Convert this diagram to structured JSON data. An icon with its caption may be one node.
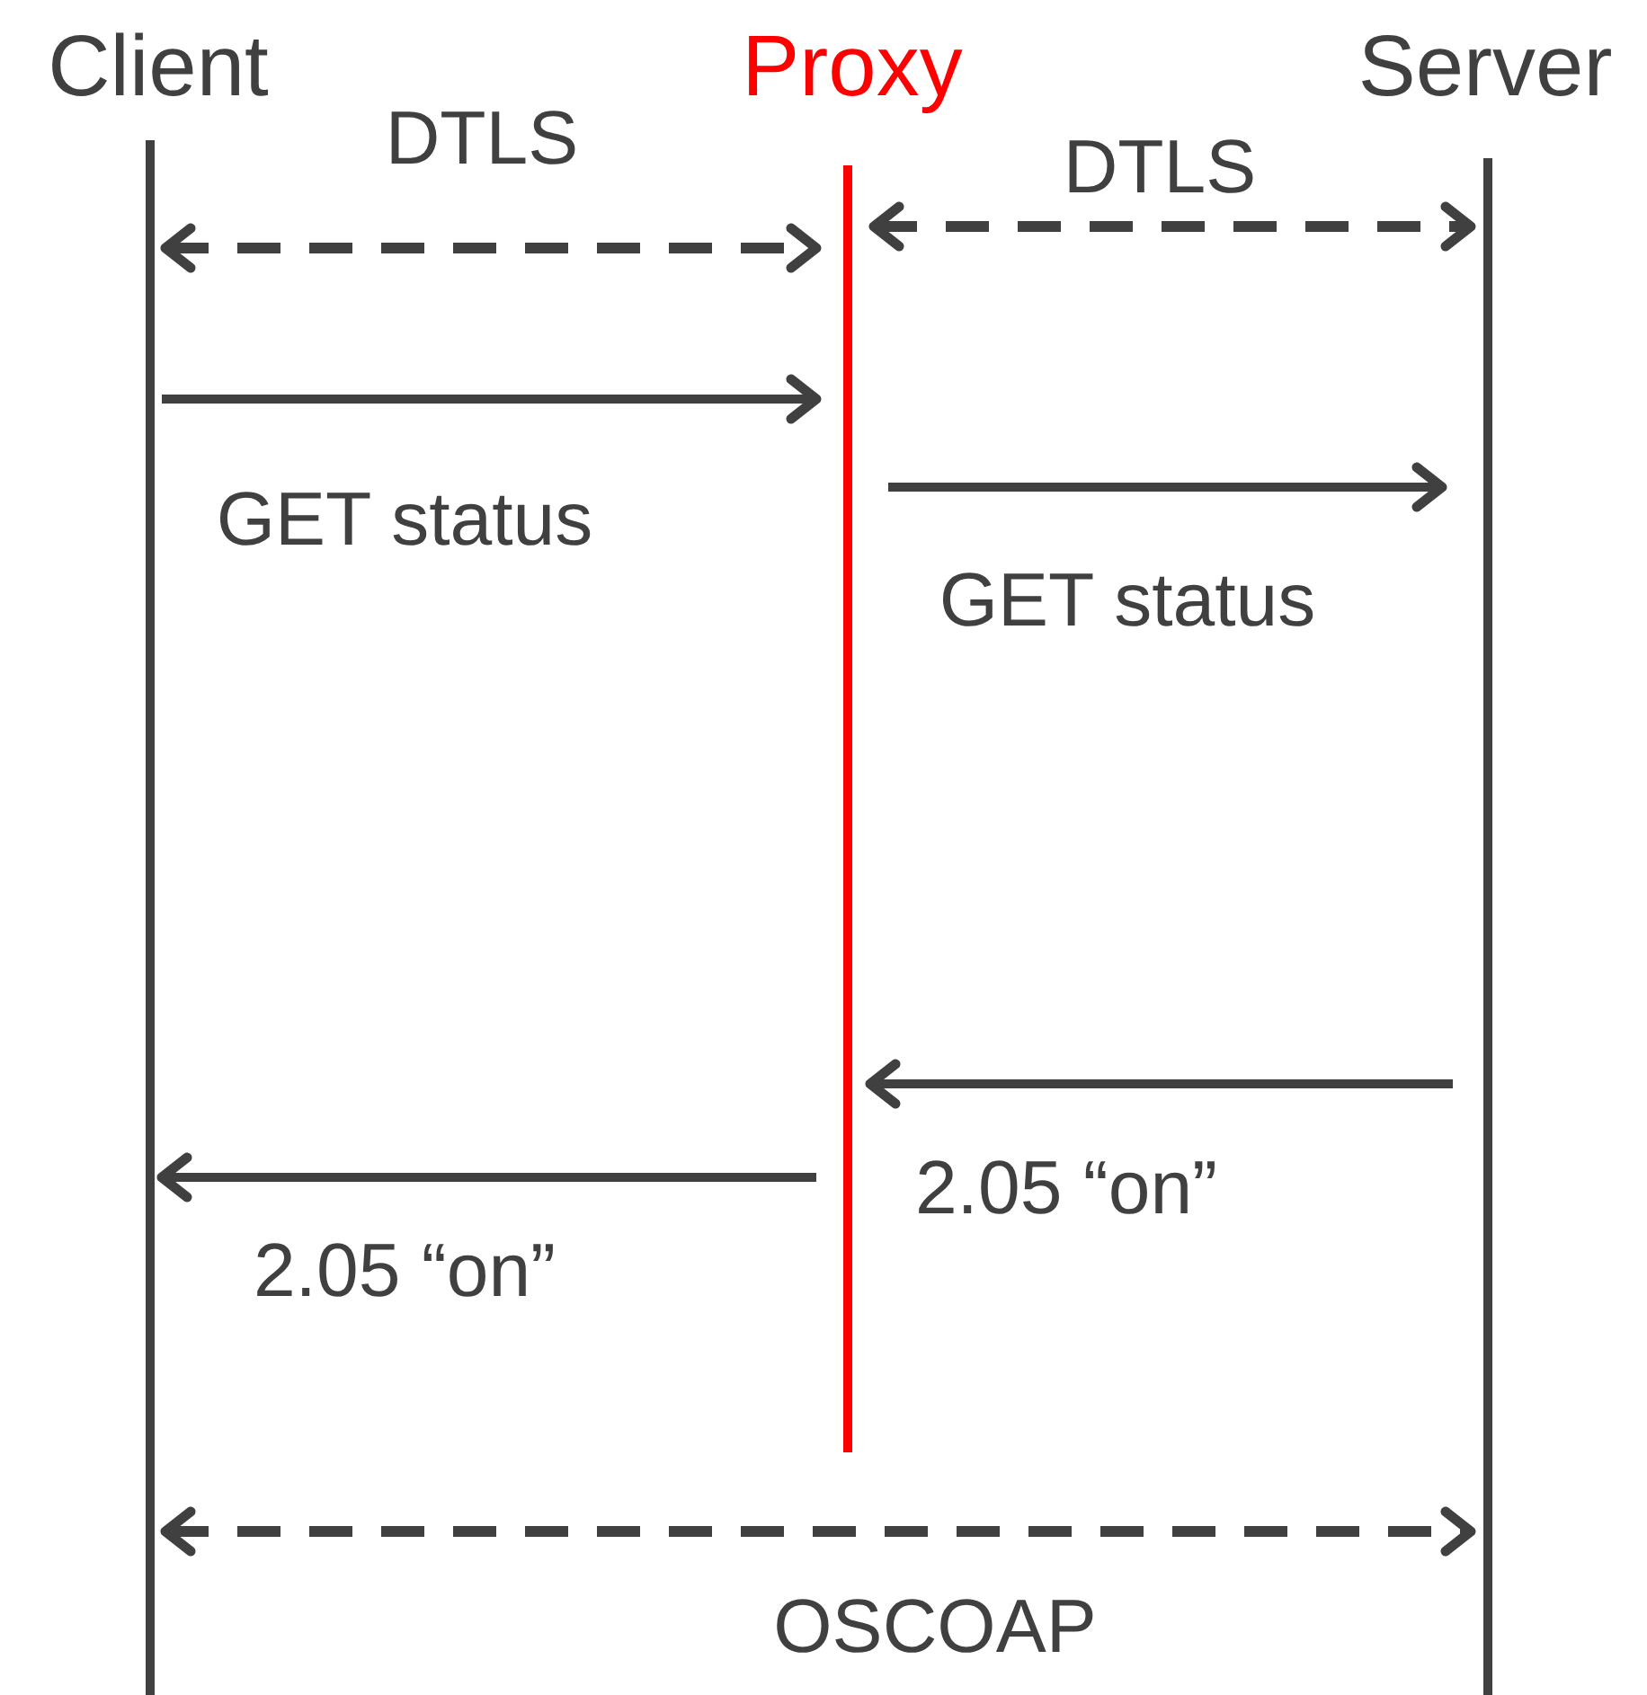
{
  "diagram": {
    "nodes": [
      {
        "text": [
          "Client"
        ]
      },
      {
        "text": [
          "Proxy"
        ]
      },
      {
        "text": [
          "Server"
        ]
      }
    ],
    "edges": [
      {
        "from": 0,
        "to": 1,
        "arrow": "both",
        "style": "dashed",
        "label": "DTLS"
      },
      {
        "from": 1,
        "to": 2,
        "arrow": "both",
        "style": "dashed",
        "label": "DTLS"
      },
      {
        "from": 0,
        "to": 1,
        "arrow": "to",
        "label": "GET status"
      },
      {
        "from": 1,
        "to": 2,
        "arrow": "to",
        "label": "GET status"
      },
      {
        "from": 2,
        "to": 1,
        "arrow": "to",
        "label": "2.05 “on”"
      },
      {
        "from": 1,
        "to": 0,
        "arrow": "to",
        "label": "2.05 “on”"
      },
      {
        "from": 0,
        "to": 2,
        "arrow": "both",
        "style": "dashed",
        "label": "OSCOAP"
      }
    ]
  }
}
